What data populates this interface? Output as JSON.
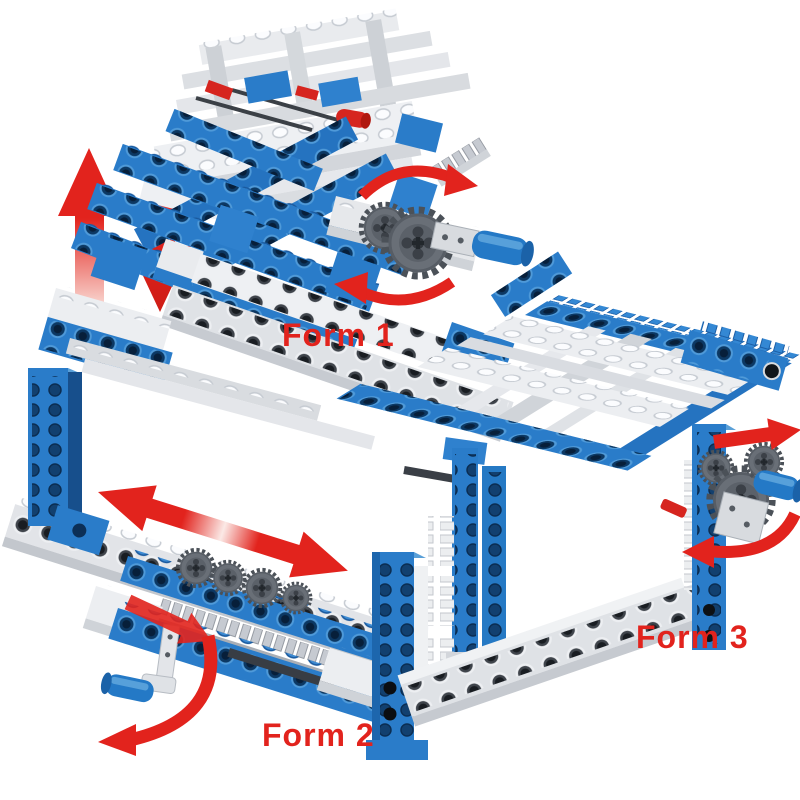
{
  "illustration": {
    "description": "Three building-block gear machines built from one set, each shown with red motion arrows",
    "background": "#ffffff"
  },
  "colors": {
    "brick_blue": "#2a7cc9",
    "brick_blue_dark": "#15589e",
    "brick_blue_light": "#5aa0d8",
    "brick_white": "#eef0f3",
    "brick_gray": "#dfe2e6",
    "gear_gray": "#696f77",
    "arrow_red": "#e2231d",
    "label_red": "#e2231d",
    "pin_red": "#d6251f",
    "axle_dark": "#3b4046"
  },
  "forms": [
    {
      "label": "Form 1",
      "mechanism": "scissor lift platform",
      "arrows": [
        "lift-up",
        "lift-down",
        "crank-rotate-top",
        "crank-rotate-bottom"
      ]
    },
    {
      "label": "Form 2",
      "mechanism": "rack and pinion slider",
      "arrows": [
        "slide-both-ways",
        "push-right",
        "crank-rotate"
      ]
    },
    {
      "label": "Form 3",
      "mechanism": "tilting ramp platform",
      "arrows": [
        "output-right",
        "crank-rotate"
      ]
    }
  ]
}
